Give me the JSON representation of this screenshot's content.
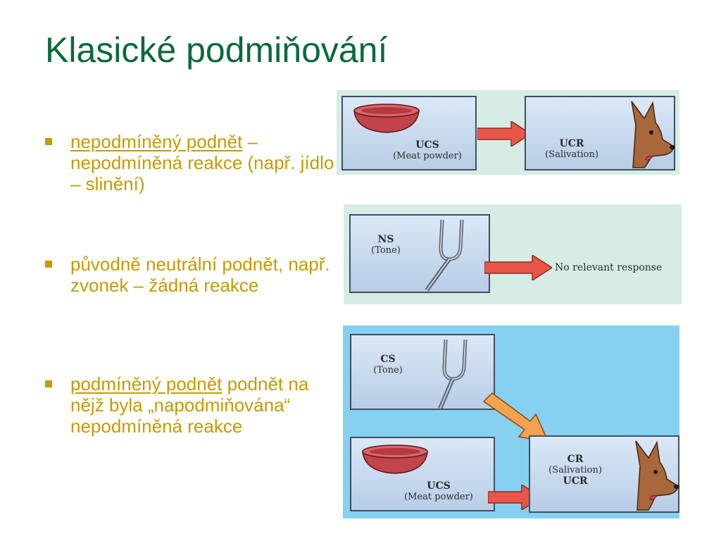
{
  "slide": {
    "title": "Klasické podmiňování",
    "bullets": [
      {
        "term": "nepodmíněný podnět",
        "rest": " – nepodmíněná reakce (např. jídlo – slinění)"
      },
      {
        "term": "",
        "rest": "původně neutrální podnět, např. zvonek – žádná reakce"
      },
      {
        "term": "podmíněný podnět",
        "rest": " podnět na nějž byla „napodmiňována“ nepodmíněná reakce"
      }
    ]
  },
  "diagram": {
    "panel1": {
      "left_abbr": "UCS",
      "left_desc": "(Meat powder)",
      "right_abbr": "UCR",
      "right_desc": "(Salivation)"
    },
    "panel2": {
      "left_abbr": "NS",
      "left_desc": "(Tone)",
      "response_text": "No relevant response"
    },
    "panel3": {
      "top_abbr": "CS",
      "top_desc": "(Tone)",
      "bottom_abbr": "UCS",
      "bottom_desc": "(Meat powder)",
      "right_abbr": "CR",
      "right_desc": "(Salivation)",
      "right_abbr2": "UCR"
    },
    "colors": {
      "panel1_bg": "#d6ece4",
      "panel2_bg": "#d6ece4",
      "panel3_bg": "#86d0f2",
      "arrow_red": "#e8564a",
      "arrow_orange": "#f4a24f"
    }
  }
}
